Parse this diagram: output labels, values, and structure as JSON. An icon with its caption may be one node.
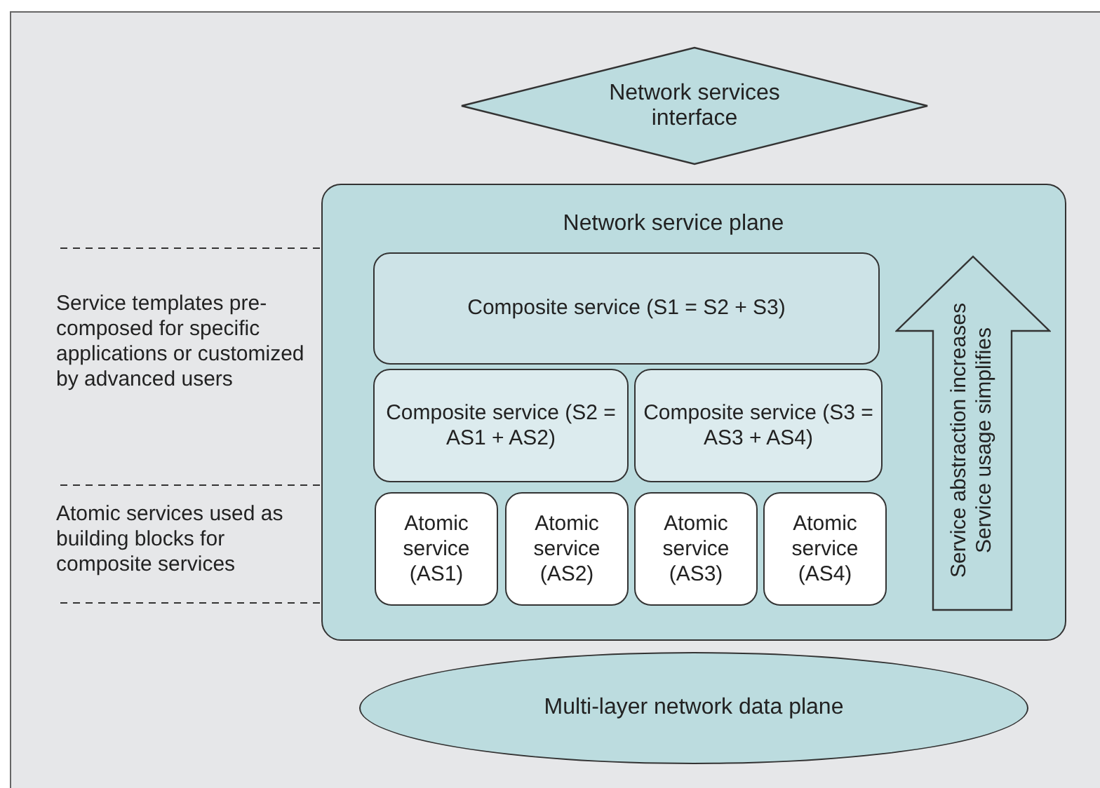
{
  "diagram": {
    "nodes": [
      {
        "text": [
          "Network services interface"
        ]
      },
      {
        "text": [
          "Network service plane"
        ]
      },
      {
        "text": [
          "Composite service (S1 = S2 + S3)"
        ],
        "in": 1
      },
      {
        "text": [
          "Composite service (S2 = AS1 + AS2)"
        ],
        "in": 1
      },
      {
        "text": [
          "Composite service (S3 = AS3 + AS4)"
        ],
        "in": 1
      },
      {
        "text": [
          "Atomic service (AS1)"
        ],
        "in": 1
      },
      {
        "text": [
          "Atomic service (AS2)"
        ],
        "in": 1
      },
      {
        "text": [
          "Atomic service (AS3)"
        ],
        "in": 1
      },
      {
        "text": [
          "Atomic service (AS4)"
        ],
        "in": 1
      },
      {
        "text": [
          "Service abstraction increases",
          "Service usage simplifies"
        ],
        "in": 1
      },
      {
        "text": [
          "Multi-layer network data plane"
        ]
      }
    ],
    "labels": [
      "Service templates pre-composed for specific applications or customized by advanced users",
      "Atomic services used as building blocks for composite services"
    ]
  }
}
